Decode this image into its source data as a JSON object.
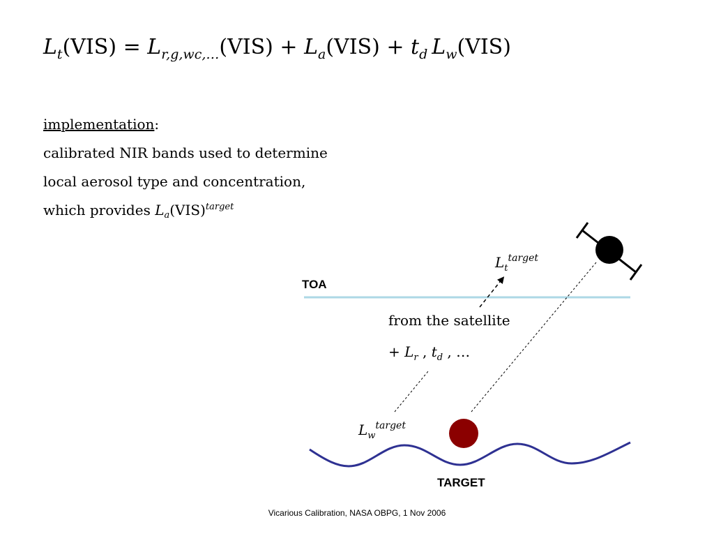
{
  "equation": {
    "lt_sym": "L",
    "lt_sub": "t",
    "vis": "(VIS)",
    "eq": " = ",
    "lr_sym": "L",
    "lr_sub": "r,g,wc,…",
    "plus": " + ",
    "la_sym": "L",
    "la_sub": "a",
    "td_sym": "t",
    "td_sub": "d",
    "lw_sym": "L",
    "lw_sub": "w"
  },
  "implementation": {
    "heading": "implementation",
    "colon": ":",
    "line1": "calibrated NIR bands used to determine",
    "line2": "local aerosol type and concentration,",
    "line3_prefix": "which provides ",
    "line3_sym": "L",
    "line3_sub": "a",
    "line3_vis": "(VIS)",
    "line3_sup": "target"
  },
  "diagram": {
    "toa_label": "TOA",
    "target_label": "TARGET",
    "lt_sym": "L",
    "lt_sub": "t",
    "lt_sup": "target",
    "lw_sym": "L",
    "lw_sub": "w",
    "lw_sup": "target",
    "from_satellite": "from the satellite",
    "plus_prefix": "+ ",
    "lr_sym": "L",
    "lr_sub": "r",
    "comma1": " , ",
    "td_sym": "t",
    "td_sub": "d",
    "tail": " , …",
    "colors": {
      "toa_line": "#add8e6",
      "wave": "#2e3192",
      "target_dot": "#8b0000",
      "satellite": "#000000"
    }
  },
  "footer": "Vicarious Calibration, NASA OBPG, 1 Nov 2006"
}
